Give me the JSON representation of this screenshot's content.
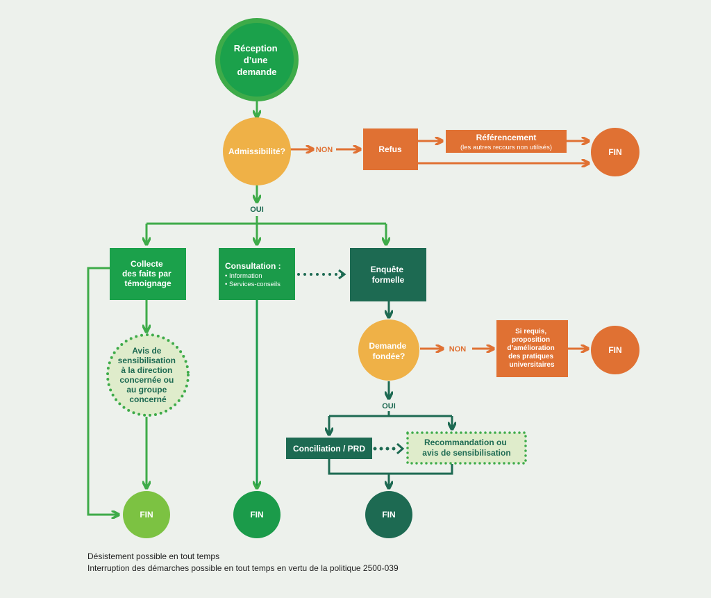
{
  "colors": {
    "green_bright": "#3eab49",
    "green_mid": "#1ba14b",
    "green_dark": "#1d6a52",
    "green_light": "#7cc242",
    "green_pale": "#dfeccb",
    "orange": "#e07133",
    "amber": "#efb147"
  },
  "nodes": {
    "reception": [
      "Réception",
      "d’une",
      "demande"
    ],
    "admissibilite": "Admissibilité?",
    "non1": "NON",
    "refus": "Refus",
    "referencement": "Référencement",
    "referencement_sub": "(les autres recours non utilisés)",
    "fin_top": "FIN",
    "oui1": "OUI",
    "collecte": [
      "Collecte",
      "des faits par",
      "témoignage"
    ],
    "consultation_title": "Consultation :",
    "consultation_items": [
      "• Information",
      "• Services-conseils"
    ],
    "enquete": [
      "Enquête",
      "formelle"
    ],
    "avis": [
      "Avis de",
      "sensibilisation",
      "à la direction",
      "concernée ou",
      "au groupe",
      "concerné"
    ],
    "demande_fondee": [
      "Demande",
      "fondée?"
    ],
    "non2": "NON",
    "si_requis": [
      "Si requis,",
      "proposition",
      "d’amélioration",
      "des pratiques",
      "universitaires"
    ],
    "fin_right": "FIN",
    "oui2": "OUI",
    "conciliation": "Conciliation / PRD",
    "recommandation": [
      "Recommandation ou",
      "avis de sensibilisation"
    ],
    "fin_1": "FIN",
    "fin_2": "FIN",
    "fin_3": "FIN"
  },
  "notes": [
    "Désistement possible en tout temps",
    "Interruption des démarches possible en tout temps en vertu de la politique 2500-039"
  ]
}
